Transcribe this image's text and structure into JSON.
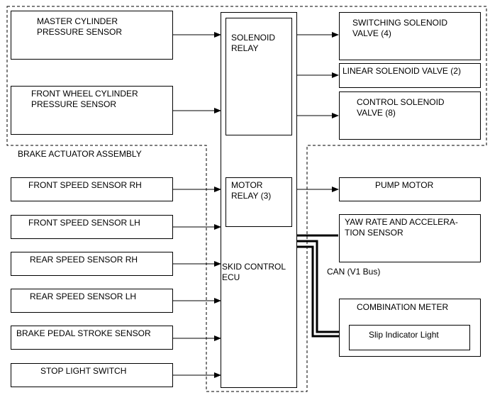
{
  "inputs": {
    "master_cylinder": "MASTER CYLINDER\nPRESSURE SENSOR",
    "front_wheel_cylinder": "FRONT WHEEL CYLINDER\nPRESSURE SENSOR",
    "front_speed_rh": "FRONT SPEED SENSOR RH",
    "front_speed_lh": "FRONT SPEED SENSOR LH",
    "rear_speed_rh": "REAR SPEED SENSOR RH",
    "rear_speed_lh": "REAR SPEED SENSOR LH",
    "brake_pedal_stroke": "BRAKE PEDAL STROKE SENSOR",
    "stop_light_switch": "STOP LIGHT SWITCH"
  },
  "ecu": {
    "solenoid_relay": "SOLENOID\nRELAY",
    "motor_relay": "MOTOR\nRELAY (3)",
    "skid_control_ecu": "SKID CONTROL\nECU"
  },
  "outputs": {
    "switching_solenoid": "SWITCHING SOLENOID\nVALVE (4)",
    "linear_solenoid": "LINEAR SOLENOID VALVE (2)",
    "control_solenoid": "CONTROL SOLENOID\nVALVE (8)",
    "pump_motor": "PUMP MOTOR",
    "yaw_rate_sensor": "YAW RATE AND ACCELERA-\nTION SENSOR",
    "combination_meter": "COMBINATION METER",
    "slip_indicator": "Slip Indicator Light"
  },
  "group_labels": {
    "brake_actuator_assembly": "BRAKE ACTUATOR ASSEMBLY",
    "can_bus": "CAN (V1 Bus)"
  }
}
